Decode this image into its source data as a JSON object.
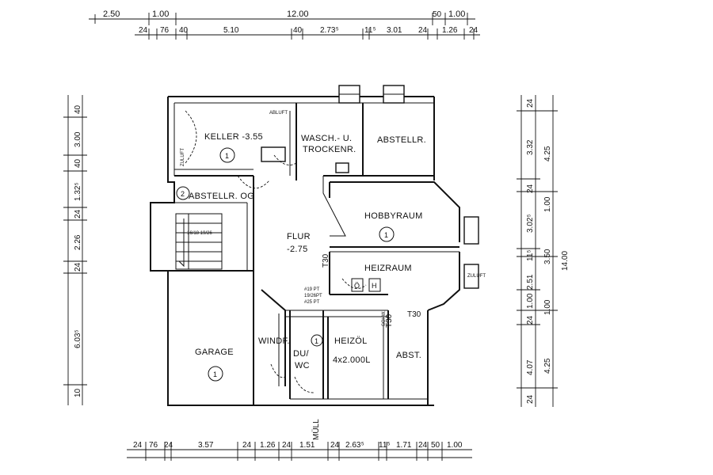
{
  "dimensions": {
    "top_overall": [
      "2.50",
      "1.00",
      "12.00",
      "50",
      "1.00"
    ],
    "top_segments": [
      "24",
      "76",
      "40",
      "5.10",
      "40",
      "2.73⁵",
      "11⁵",
      "3.01",
      "24",
      "1.26",
      "24"
    ],
    "bottom_segments": [
      "24",
      "76",
      "24",
      "3.57",
      "24",
      "1.26",
      "24",
      "1.51",
      "24",
      "2.63⁵",
      "11⁵",
      "1.71",
      "24",
      "50",
      "1.00"
    ],
    "left_segments": [
      "40",
      "3.00",
      "40",
      "1.32⁵",
      "24",
      "2.26",
      "24",
      "6.03⁵",
      "10"
    ],
    "right_inner": [
      "24",
      "3.32",
      "24",
      "3.02⁵",
      "11⁵",
      "2.51",
      "1.00",
      "24",
      "4.07",
      "24"
    ],
    "right_outer": [
      "4.25",
      "1.00",
      "3.50",
      "1.00",
      "4.25",
      "14.00"
    ]
  },
  "rooms": {
    "keller": "KELLER -3.55",
    "wasch_line1": "WASCH.- U.",
    "wasch_line2": "TROCKENR.",
    "abstellr": "ABSTELLR.",
    "abstellr_og": "ABSTELLR. OG",
    "hobbyraum": "HOBBYRAUM",
    "flur_line1": "FLUR",
    "flur_line2": "-2.75",
    "heizraum": "HEIZRAUM",
    "garage": "GARAGE",
    "windf": "WINDF.",
    "duwc_line1": "DU/",
    "duwc_line2": "WC",
    "heizoel_line1": "HEIZÖL",
    "heizoel_line2": "4x2.000L",
    "abst": "ABST."
  },
  "markers": {
    "room_number": "1",
    "room_number_og": "2",
    "oil": "Ö",
    "heater": "H",
    "t30_a": "T30",
    "t30_b": "T30",
    "t30_c": "T30"
  },
  "small_notes": {
    "abluft_1": "ABLUFT",
    "zuluft_1": "ZULUFT",
    "zuluft_2": "ZULUFT",
    "schw": "SCHW.",
    "muell": "MÜLL",
    "stairs": "16/18 19/26",
    "stair_note_1": "#19 PT",
    "stair_note_2": "19/26PT",
    "stair_note_3": "#25 PT"
  }
}
